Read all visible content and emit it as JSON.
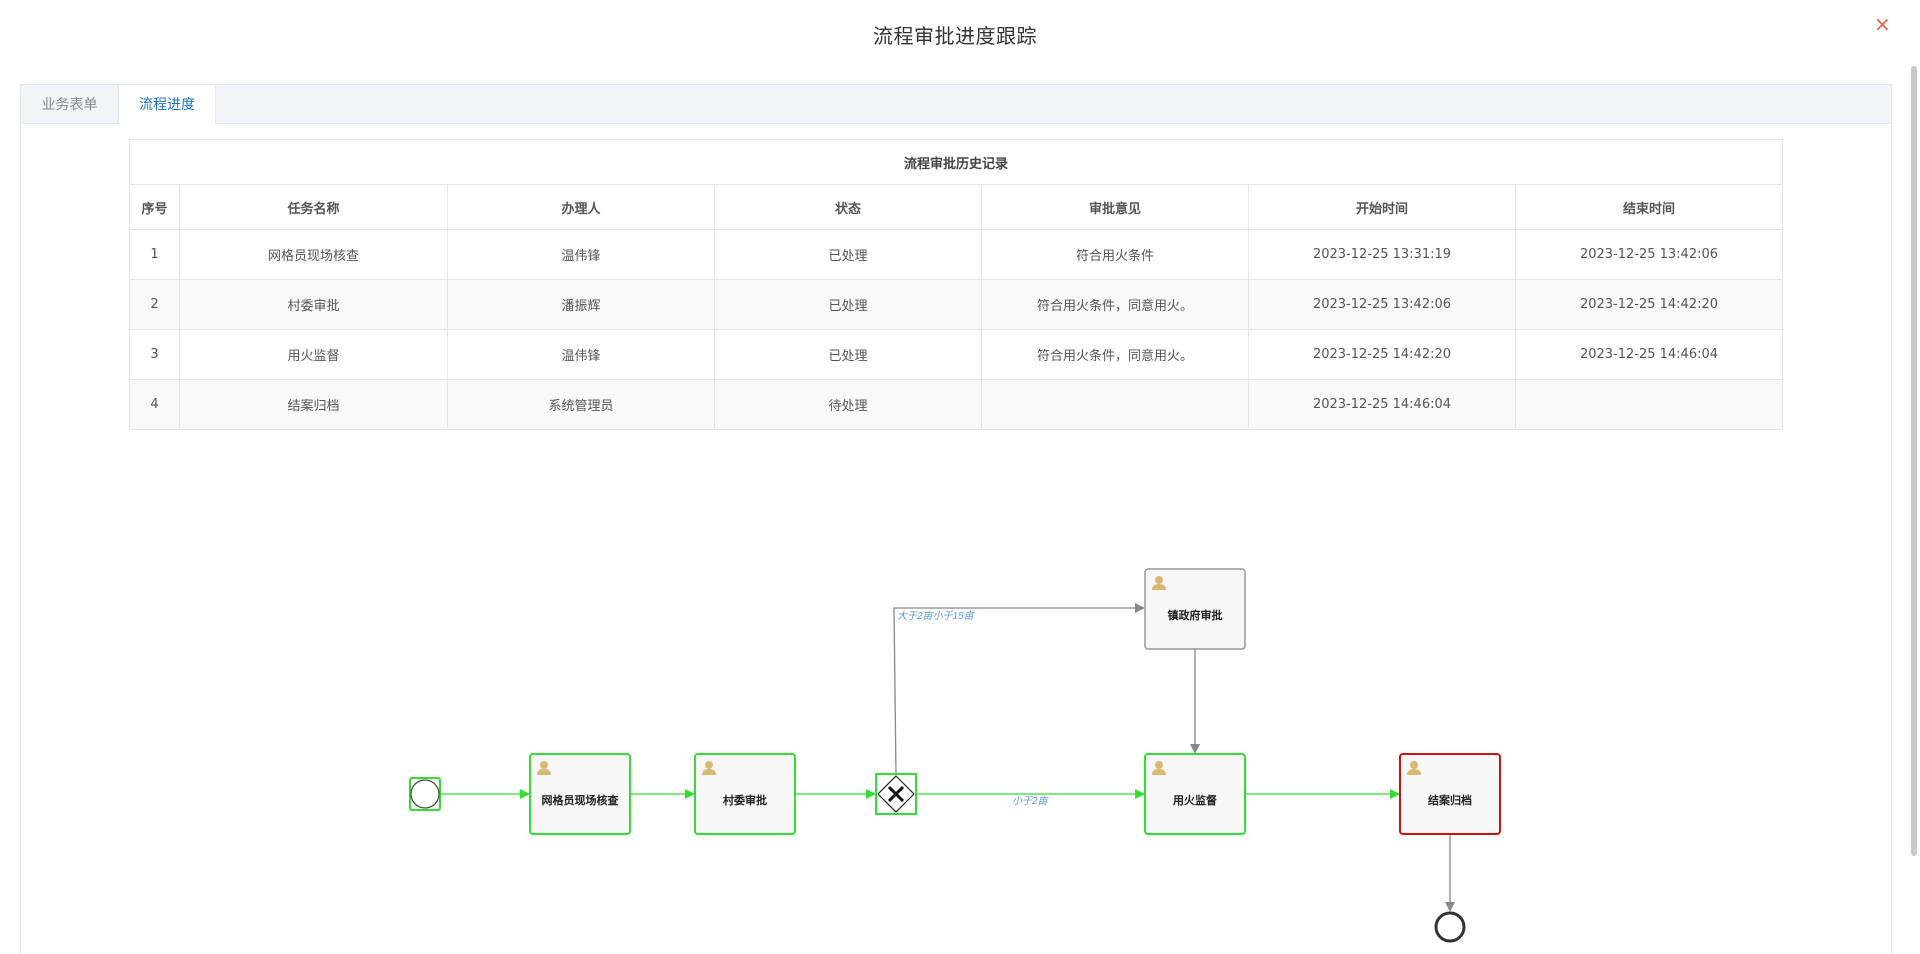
{
  "dialog": {
    "title": "流程审批进度跟踪",
    "close_symbol": "×"
  },
  "tabs": [
    {
      "label": "业务表单",
      "active": false
    },
    {
      "label": "流程进度",
      "active": true
    }
  ],
  "history": {
    "caption": "流程审批历史记录",
    "columns": [
      "序号",
      "任务名称",
      "办理人",
      "状态",
      "审批意见",
      "开始时间",
      "结束时间"
    ],
    "rows": [
      {
        "no": "1",
        "task": "网格员现场核查",
        "handler": "温伟锋",
        "status": "已处理",
        "opinion": "符合用火条件",
        "start": "2023-12-25 13:31:19",
        "end": "2023-12-25 13:42:06"
      },
      {
        "no": "2",
        "task": "村委审批",
        "handler": "潘振辉",
        "status": "已处理",
        "opinion": "符合用火条件，同意用火。",
        "start": "2023-12-25 13:42:06",
        "end": "2023-12-25 14:42:20"
      },
      {
        "no": "3",
        "task": "用火监督",
        "handler": "温伟锋",
        "status": "已处理",
        "opinion": "符合用火条件，同意用火。",
        "start": "2023-12-25 14:42:20",
        "end": "2023-12-25 14:46:04"
      },
      {
        "no": "4",
        "task": "结案归档",
        "handler": "系统管理员",
        "status": "待处理",
        "opinion": "",
        "start": "2023-12-25 14:46:04",
        "end": ""
      }
    ]
  },
  "diagram": {
    "tasks": {
      "grid_check": "网格员现场核查",
      "village": "村委审批",
      "town": "镇政府审批",
      "supervise": "用火监督",
      "archive": "结案归档"
    },
    "flow_labels": {
      "between": "大于2亩小于15亩",
      "less": "小于2亩"
    },
    "colors": {
      "completed": "#33dd33",
      "current": "#cc1111",
      "pending": "#999999",
      "flow_done": "#33dd33",
      "flow_pending": "#888888",
      "label": "#5b9bd5"
    }
  }
}
